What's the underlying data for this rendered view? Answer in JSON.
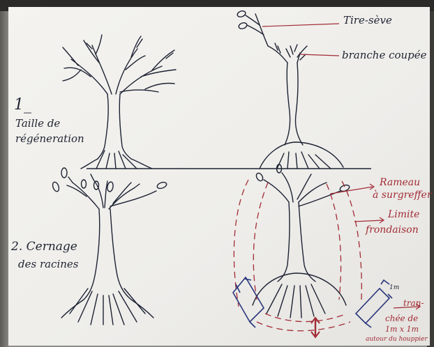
{
  "section_1": {
    "number": "1_",
    "title_line1": "Taille de",
    "title_line2": "régéneration"
  },
  "section_2": {
    "title_line1": "2. Cernage",
    "title_line2": "des racines"
  },
  "labels": {
    "tire_seve": "Tire-sève",
    "branche_coupee": "branche coupée",
    "rameau": "Rameau",
    "a_surgreffer": "à surgreffer",
    "limite": "Limite",
    "frondaison": "frondaison",
    "tran": "tran-",
    "chee_de": "chée de",
    "dimensions": "1m x 1m",
    "autour": "autour du houppier",
    "one_meter": "1m"
  },
  "colors": {
    "ink": "#202533",
    "red_ink": "#a22b35",
    "blue_ink": "#27337a",
    "paper": "#f1f0ec"
  }
}
